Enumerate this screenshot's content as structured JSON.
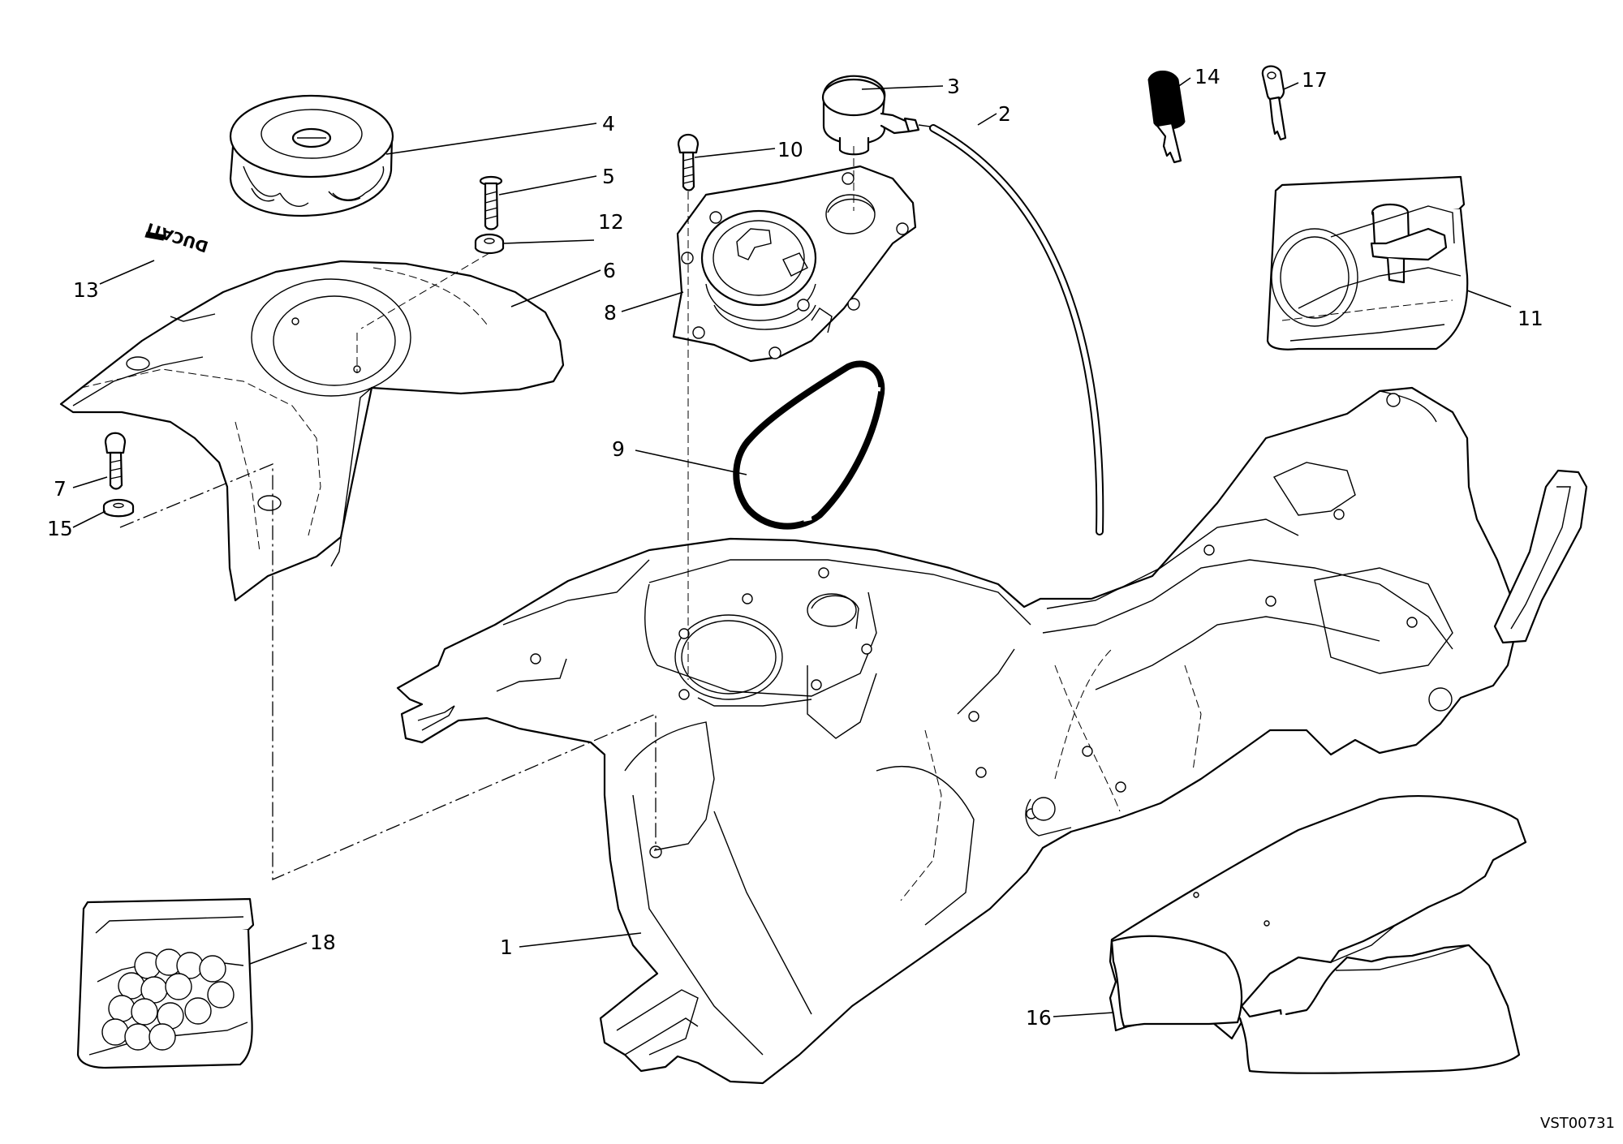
{
  "callouts": [
    {
      "id": "c1",
      "text": "1"
    },
    {
      "id": "c2",
      "text": "2"
    },
    {
      "id": "c3",
      "text": "3"
    },
    {
      "id": "c4",
      "text": "4"
    },
    {
      "id": "c5",
      "text": "5"
    },
    {
      "id": "c6",
      "text": "6"
    },
    {
      "id": "c7",
      "text": "7"
    },
    {
      "id": "c8",
      "text": "8"
    },
    {
      "id": "c9",
      "text": "9"
    },
    {
      "id": "c10",
      "text": "10"
    },
    {
      "id": "c11",
      "text": "11"
    },
    {
      "id": "c12",
      "text": "12"
    },
    {
      "id": "c13",
      "text": "13"
    },
    {
      "id": "c14",
      "text": "14"
    },
    {
      "id": "c15",
      "text": "15"
    },
    {
      "id": "c16",
      "text": "16"
    },
    {
      "id": "c17",
      "text": "17"
    },
    {
      "id": "c18",
      "text": "18"
    }
  ],
  "logo_text": "DUCATI",
  "drawing_code": "VST00731",
  "colors": {
    "line": "#000000",
    "background": "#ffffff"
  }
}
